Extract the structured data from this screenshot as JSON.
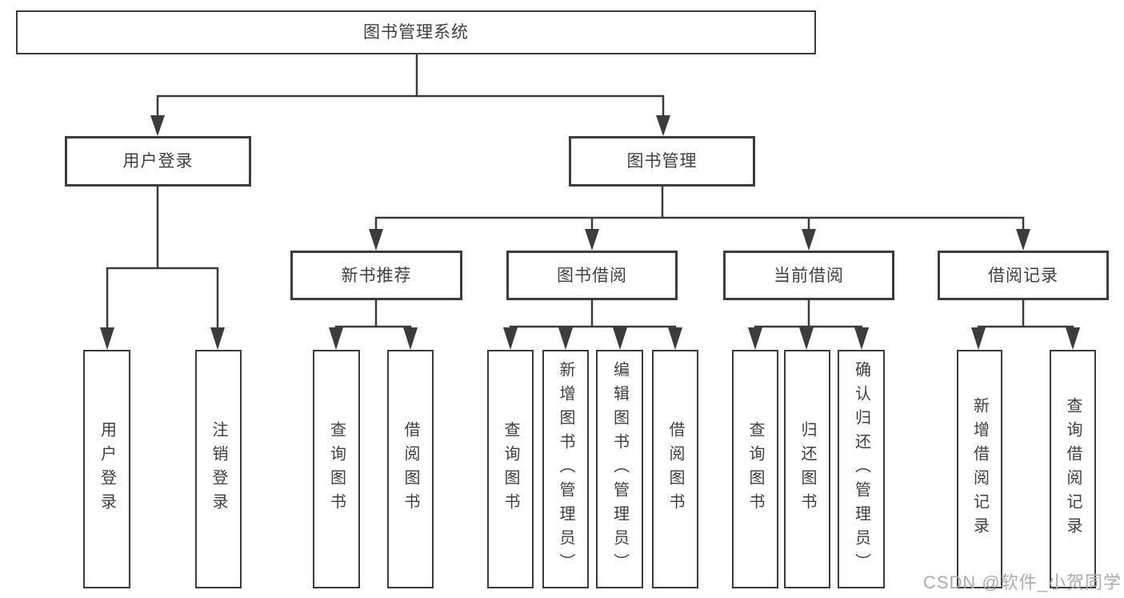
{
  "tree": {
    "root": {
      "label": "图书管理系统",
      "children": [
        {
          "label": "用户登录",
          "children": [
            {
              "label": "用户登录"
            },
            {
              "label": "注销登录"
            }
          ]
        },
        {
          "label": "图书管理",
          "children": [
            {
              "label": "新书推荐",
              "children": [
                {
                  "label": "查询图书"
                },
                {
                  "label": "借阅图书"
                }
              ]
            },
            {
              "label": "图书借阅",
              "children": [
                {
                  "label": "查询图书"
                },
                {
                  "label": "新增图书（管理员）"
                },
                {
                  "label": "编辑图书（管理员）"
                },
                {
                  "label": "借阅图书"
                }
              ]
            },
            {
              "label": "当前借阅",
              "children": [
                {
                  "label": "查询图书"
                },
                {
                  "label": "归还图书"
                },
                {
                  "label": "确认归还（管理员）"
                }
              ]
            },
            {
              "label": "借阅记录",
              "children": [
                {
                  "label": "新增借阅记录"
                },
                {
                  "label": "查询借阅记录"
                }
              ]
            }
          ]
        }
      ]
    }
  },
  "watermark": {
    "text": "CSDN @软件_小贺同学"
  },
  "colors": {
    "line": "#3c3c3c",
    "box_border": "#3c3c3c",
    "text": "#3f3f3f",
    "watermark": "#ababab",
    "background": "#ffffff"
  }
}
